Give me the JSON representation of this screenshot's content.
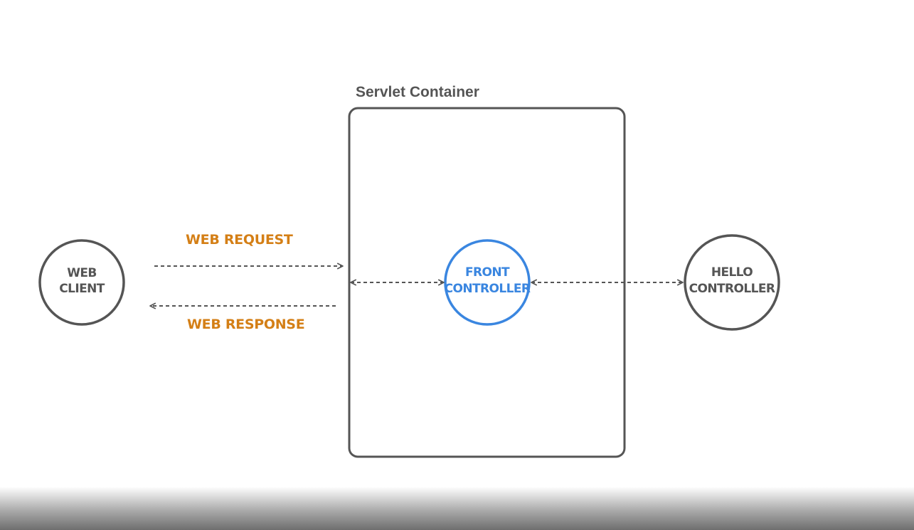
{
  "container": {
    "title": "Servlet Container"
  },
  "nodes": {
    "web_client": {
      "line1": "WEB",
      "line2": "CLIENT"
    },
    "front_controller": {
      "line1": "FRONT",
      "line2": "CONTROLLER"
    },
    "hello_controller": {
      "line1": "HELLO",
      "line2": "CONTROLLER"
    }
  },
  "edges": {
    "request_label": "WEB REQUEST",
    "response_label": "WEB RESPONSE"
  },
  "colors": {
    "node_stroke": "#555555",
    "front_controller": "#3a86e0",
    "edge_label": "#d47f16",
    "arrow": "#555555"
  }
}
